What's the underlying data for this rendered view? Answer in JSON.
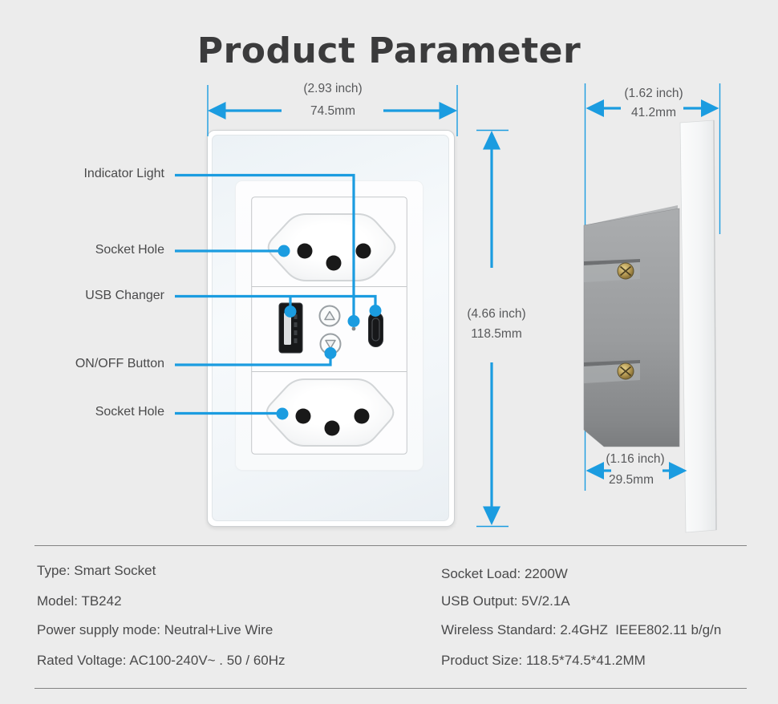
{
  "title": "Product Parameter",
  "colors": {
    "accent": "#1b9ce0",
    "title_text": "#3b3b3c",
    "label_text": "#4a4a4b",
    "dim_text": "#58595b"
  },
  "callouts": [
    {
      "label": "Indicator Light"
    },
    {
      "label": "Socket Hole"
    },
    {
      "label": "USB Changer"
    },
    {
      "label": "ON/OFF Button"
    },
    {
      "label": "Socket Hole"
    }
  ],
  "dimensions": {
    "front_width": {
      "inch": "(2.93 inch)",
      "mm": "74.5mm"
    },
    "front_height": {
      "inch": "(4.66 inch)",
      "mm": "118.5mm"
    },
    "side_width": {
      "inch": "(1.62 inch)",
      "mm": "41.2mm"
    },
    "side_depth": {
      "inch": "(1.16 inch)",
      "mm": "29.5mm"
    }
  },
  "specs": {
    "left": [
      "Type: Smart Socket",
      "Model: TB242",
      "Power supply mode: Neutral+Live Wire",
      "Rated Voltage: AC100-240V~ . 50 / 60Hz"
    ],
    "right": [
      "Socket Load: 2200W",
      "USB Output: 5V/2.1A",
      "Wireless Standard: 2.4GHZ  IEEE802.11 b/g/n",
      "Product Size: 118.5*74.5*41.2MM"
    ]
  }
}
